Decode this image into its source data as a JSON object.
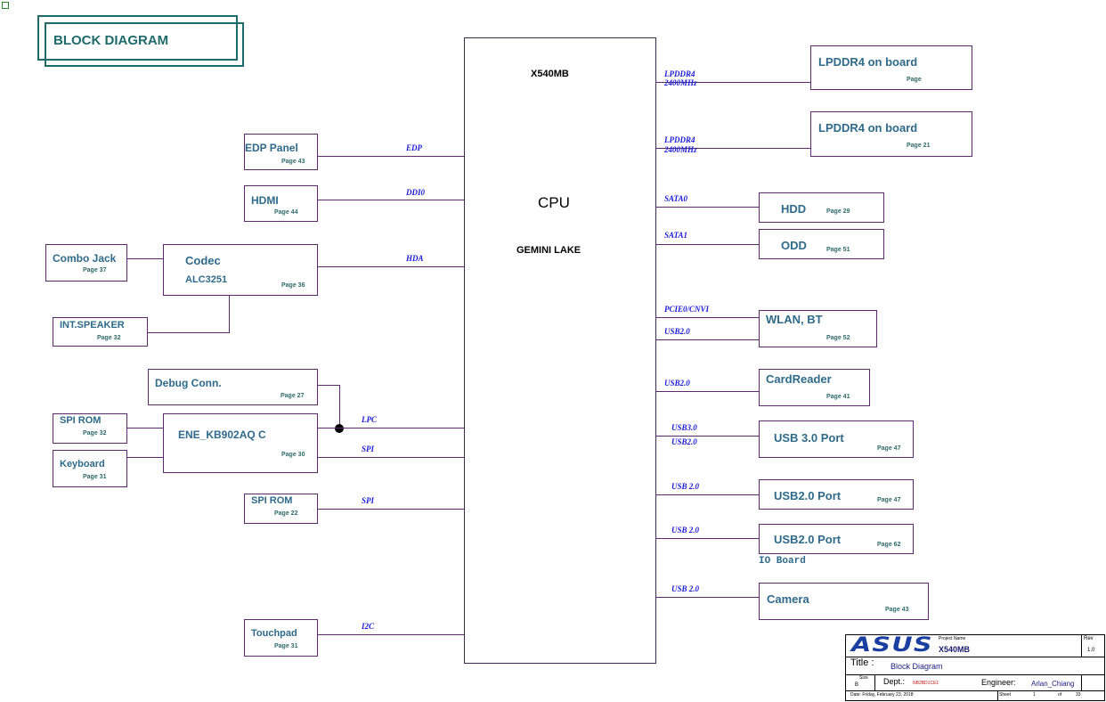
{
  "title_badge": "BLOCK DIAGRAM",
  "cpu": {
    "model": "X540MB",
    "name": "CPU",
    "platform": "GEMINI LAKE"
  },
  "left": {
    "edp": {
      "label": "EDP Panel",
      "page": "Page 43",
      "signal": "EDP"
    },
    "hdmi": {
      "label": "HDMI",
      "page": "Page 44",
      "signal": "DDI0"
    },
    "codec": {
      "label": "Codec",
      "sub": "ALC3251",
      "page": "Page 36",
      "signal": "HDA"
    },
    "combo_jack": {
      "label": "Combo Jack",
      "page": "Page 37"
    },
    "speaker": {
      "label": "INT.SPEAKER",
      "page": "Page 32"
    },
    "debug": {
      "label": "Debug Conn.",
      "page": "Page 27"
    },
    "ec": {
      "label": "ENE_KB902AQ C",
      "page": "Page 30",
      "signal_lpc": "LPC",
      "signal_spi": "SPI"
    },
    "spi_rom_small": {
      "label": "SPI ROM",
      "page": "Page 32"
    },
    "keyboard": {
      "label": "Keyboard",
      "page": "Page 31"
    },
    "spi_rom": {
      "label": "SPI ROM",
      "page": "Page 22",
      "signal": "SPI"
    },
    "touchpad": {
      "label": "Touchpad",
      "page": "Page 31",
      "signal": "I2C"
    }
  },
  "right": {
    "lpddr4_a": {
      "label": "LPDDR4 on board",
      "page": "Page",
      "signal1": "LPDDR4",
      "signal2": "2400MHz"
    },
    "lpddr4_b": {
      "label": "LPDDR4 on board",
      "page": "Page 21",
      "signal1": "LPDDR4",
      "signal2": "2400MHz"
    },
    "hdd": {
      "label": "HDD",
      "page": "Page 29",
      "signal": "SATA0"
    },
    "odd": {
      "label": "ODD",
      "page": "Page 51",
      "signal": "SATA1"
    },
    "wlan": {
      "label": "WLAN, BT",
      "page": "Page 52",
      "signal1": "PCIE0/CNVI",
      "signal2": "USB2.0"
    },
    "card": {
      "label": "CardReader",
      "page": "Page 41",
      "signal": "USB2.0"
    },
    "usb3": {
      "label": "USB 3.0 Port",
      "page": "Page 47",
      "signal1": "USB3.0",
      "signal2": "USB2.0"
    },
    "usb2a": {
      "label": "USB2.0 Port",
      "page": "Page 47",
      "signal": "USB 2.0"
    },
    "usb2b": {
      "label": "USB2.0 Port",
      "page": "Page 62",
      "signal": "USB 2.0"
    },
    "io_board": "IO Board",
    "camera": {
      "label": "Camera",
      "page": "Page 43",
      "signal": "USB 2.0"
    }
  },
  "title_block": {
    "logo": "ASUS",
    "project_name_label": "Project Name",
    "project_name": "X540MB",
    "rev_label": "Rev",
    "rev": "1.0",
    "title_label": "Title :",
    "title": "Block Diagram",
    "size_label": "Size",
    "size": "B",
    "dept_label": "Dept.:",
    "dept": "NB2BD1CE1",
    "engineer_label": "Engineer:",
    "engineer": "Arlan_Chiang",
    "date": "Date:  Friday, February 23, 2018",
    "sheet_label": "Sheet",
    "sheet": "1",
    "of_label": "of",
    "of": "33"
  },
  "colors": {
    "wire": "#5c2a6a",
    "label": "#2e6a8a",
    "signal": "#1a1ad8",
    "badge": "#1f6a6a"
  }
}
